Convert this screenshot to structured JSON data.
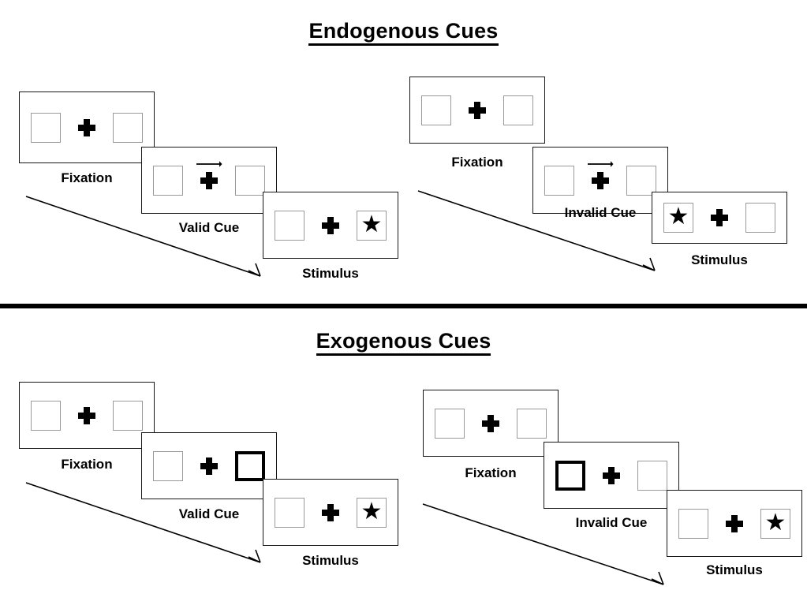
{
  "figure": {
    "type": "diagram",
    "description": "Posner cueing paradigm trial sequences for endogenous and exogenous spatial cues"
  },
  "sections": [
    {
      "id": "endogenous",
      "title": "Endogenous Cues",
      "trials": [
        {
          "id": "endogenous-valid",
          "validity": "valid",
          "stages": [
            {
              "name": "fixation",
              "caption": "Fixation",
              "cue": "none",
              "cued_side": "none",
              "target_side": "none"
            },
            {
              "name": "cue",
              "caption": "Valid Cue",
              "cue": "arrow",
              "arrow_direction": "right",
              "cued_side": "right",
              "target_side": "none"
            },
            {
              "name": "stimulus",
              "caption": "Stimulus",
              "cue": "none",
              "cued_side": "none",
              "target_side": "right"
            }
          ]
        },
        {
          "id": "endogenous-invalid",
          "validity": "invalid",
          "stages": [
            {
              "name": "fixation",
              "caption": "Fixation",
              "cue": "none",
              "cued_side": "none",
              "target_side": "none"
            },
            {
              "name": "cue",
              "caption": "Invalid Cue",
              "cue": "arrow",
              "arrow_direction": "right",
              "cued_side": "right",
              "target_side": "none"
            },
            {
              "name": "stimulus",
              "caption": "Stimulus",
              "cue": "none",
              "cued_side": "none",
              "target_side": "left"
            }
          ]
        }
      ]
    },
    {
      "id": "exogenous",
      "title": "Exogenous Cues",
      "trials": [
        {
          "id": "exogenous-valid",
          "validity": "valid",
          "stages": [
            {
              "name": "fixation",
              "caption": "Fixation",
              "cue": "none",
              "cued_side": "none",
              "target_side": "none"
            },
            {
              "name": "cue",
              "caption": "Valid Cue",
              "cue": "box-flash",
              "cued_side": "right",
              "target_side": "none"
            },
            {
              "name": "stimulus",
              "caption": "Stimulus",
              "cue": "none",
              "cued_side": "none",
              "target_side": "right"
            }
          ]
        },
        {
          "id": "exogenous-invalid",
          "validity": "invalid",
          "stages": [
            {
              "name": "fixation",
              "caption": "Fixation",
              "cue": "none",
              "cued_side": "none",
              "target_side": "none"
            },
            {
              "name": "cue",
              "caption": "Invalid Cue",
              "cue": "box-flash",
              "cued_side": "left",
              "target_side": "none"
            },
            {
              "name": "stimulus",
              "caption": "Stimulus",
              "cue": "none",
              "cued_side": "none",
              "target_side": "right"
            }
          ]
        }
      ]
    }
  ],
  "glyphs": {
    "target": "★",
    "fixation": "plus-sign",
    "cue_arrow": "right-arrow"
  },
  "colors": {
    "ink": "#000000",
    "frame_border": "#171717",
    "box_border": "#9a9a9a",
    "cued_box_border": "#000000",
    "background": "#ffffff"
  },
  "timeline": {
    "label": "time progression arrow",
    "direction": "down-right"
  }
}
